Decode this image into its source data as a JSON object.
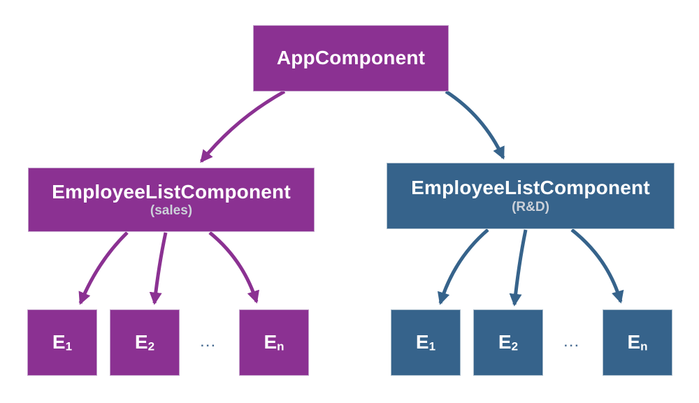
{
  "diagram": {
    "colors": {
      "purple": "#8b3192",
      "blue": "#36638b",
      "subtitle_text": "#ccd1d9",
      "node_text": "#ffffff",
      "ellipsis": "#4a6d92",
      "background": "#ffffff"
    },
    "root": {
      "label": "AppComponent"
    },
    "branches": [
      {
        "id": "sales",
        "label": "EmployeeListComponent",
        "sublabel": "(sales)",
        "color": "#8b3192",
        "ellipsis": "...",
        "children": [
          {
            "base": "E",
            "sub": "1"
          },
          {
            "base": "E",
            "sub": "2"
          },
          {
            "base": "E",
            "sub": "n"
          }
        ]
      },
      {
        "id": "rnd",
        "label": "EmployeeListComponent",
        "sublabel": "(R&D)",
        "color": "#36638b",
        "ellipsis": "...",
        "children": [
          {
            "base": "E",
            "sub": "1"
          },
          {
            "base": "E",
            "sub": "2"
          },
          {
            "base": "E",
            "sub": "n"
          }
        ]
      }
    ]
  }
}
